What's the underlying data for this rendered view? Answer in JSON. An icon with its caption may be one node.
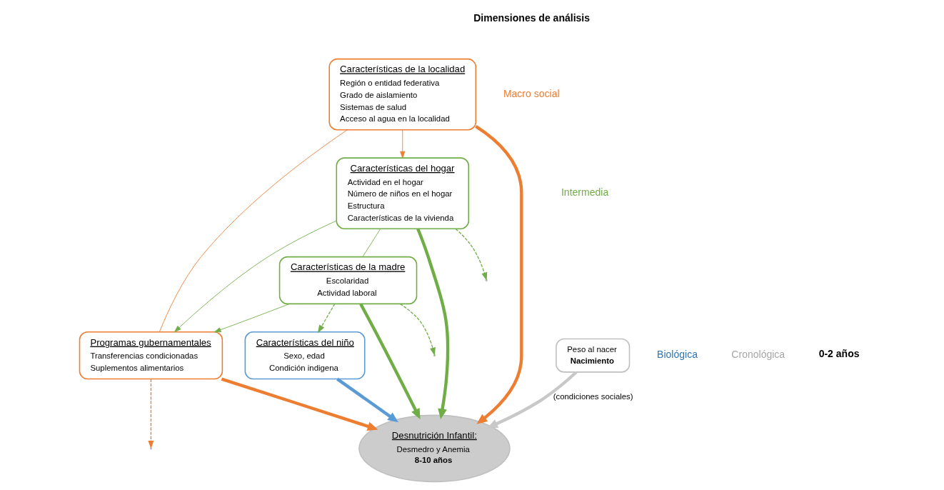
{
  "diagram": {
    "nodes": [
      {
        "text": [
          "Características de la localidad",
          "Región o entidad federativa",
          "Grado de aislamiento",
          "Sistemas de salud",
          "Acceso al agua en la localidad"
        ]
      },
      {
        "text": [
          "Programas gubernamentales",
          "Transferencias condicionadas",
          "Suplementos alimentarios"
        ]
      },
      {
        "text": [
          "Características del hogar",
          "Actividad en el hogar",
          "Número de niños en el hogar",
          "Estructura",
          "Características de la vivienda"
        ]
      },
      {
        "text": [
          "Características de la madre",
          "Escolaridad",
          "Actividad laboral"
        ]
      },
      {
        "text": [
          "Características del niño",
          "Sexo, edad",
          "Condición indigena"
        ]
      },
      {
        "text": [
          "Peso al nacer",
          "Nacimiento"
        ]
      },
      {
        "text": [
          "Desnutrición Infantil:",
          "Desmedro y Anemia",
          "8-10 años"
        ]
      }
    ],
    "edges": [
      {
        "from": 0,
        "to": 2,
        "arrow": "to",
        "color": "#ed7d31"
      },
      {
        "from": 0,
        "to": 1,
        "arrow": "none",
        "color": "#ed7d31"
      },
      {
        "from": 2,
        "to": 1,
        "arrow": "to"
      },
      {
        "from": 3,
        "to": 1,
        "arrow": "to"
      },
      {
        "from": 2,
        "to": 3,
        "arrow": "none"
      },
      {
        "from": 0,
        "to": 6,
        "arrow": "to",
        "style": "thick",
        "color": "#ed7d31"
      },
      {
        "from": 1,
        "to": 6,
        "arrow": "to",
        "style": "thick",
        "color": "#ed7d31"
      },
      {
        "from": 2,
        "to": 6,
        "arrow": "to",
        "style": "thick"
      },
      {
        "from": 4,
        "to": 6,
        "arrow": "to",
        "style": "thick",
        "color": "#5b9bd5"
      },
      {
        "from": 3,
        "to": 6,
        "arrow": "to",
        "style": "thick"
      },
      {
        "from": 3,
        "to": 4,
        "arrow": "to",
        "style": "dashed"
      },
      {
        "from": 2,
        "to": null,
        "arrow": "to",
        "style": "dashed"
      },
      {
        "from": 1,
        "to": null,
        "arrow": "to",
        "style": "dashed",
        "color": "#ed7d31"
      },
      {
        "from": 3,
        "to": null,
        "arrow": "to",
        "style": "dashed"
      },
      {
        "from": 5,
        "to": 6,
        "label": "(condiciones sociales)",
        "arrow": "to",
        "style": "thick",
        "color": "#c8c8c8"
      }
    ],
    "labels": [
      "Dimensiones de análisis",
      "Macro social",
      "Intermedia",
      "Biológica",
      "Cronológica",
      "0-2 años"
    ]
  }
}
